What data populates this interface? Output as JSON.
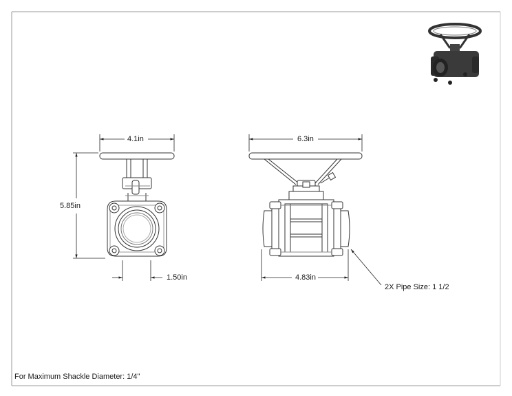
{
  "dimensions": {
    "front_width": "4.1in",
    "side_width": "6.3in",
    "height": "5.85in",
    "front_offset": "1.50in",
    "side_length": "4.83in"
  },
  "callout": {
    "pipe_size": "2X Pipe Size: 1 1/2"
  },
  "footer": {
    "note": "For Maximum Shackle Diameter: 1/4\""
  },
  "icons": {
    "preview": "ball-valve-3d-icon"
  }
}
